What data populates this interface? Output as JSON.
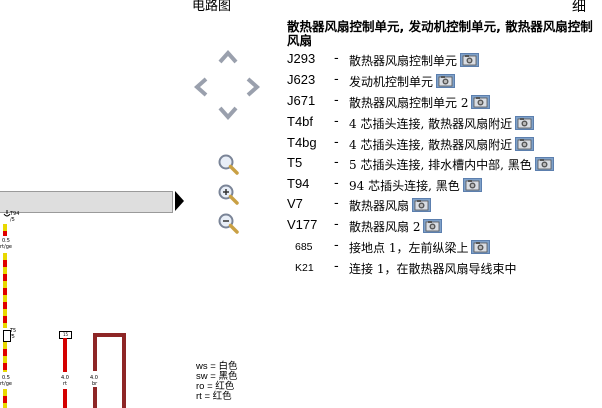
{
  "header": {
    "title": "电路图",
    "right_fragment": "细"
  },
  "panel": {
    "heading_line1": "散热器风扇控制单元, 发动机控制单元, 散热器风扇控制",
    "heading_line2": "风扇"
  },
  "components": [
    {
      "code": "J293",
      "desc": "散热器风扇控制单元",
      "camera": true
    },
    {
      "code": "J623",
      "desc": "发动机控制单元",
      "camera": true
    },
    {
      "code": "J671",
      "desc": "散热器风扇控制单元 2",
      "camera": true
    },
    {
      "code": "T4bf",
      "desc": "4 芯插头连接, 散热器风扇附近",
      "camera": true
    },
    {
      "code": "T4bg",
      "desc": "4 芯插头连接, 散热器风扇附近",
      "camera": true
    },
    {
      "code": "T5",
      "desc": "5 芯插头连接, 排水槽内中部, 黑色",
      "camera": true
    },
    {
      "code": "T94",
      "desc": "94 芯插头连接, 黑色",
      "camera": true
    },
    {
      "code": "V7",
      "desc": "散热器风扇",
      "camera": true
    },
    {
      "code": "V177",
      "desc": "散热器风扇 2",
      "camera": true
    },
    {
      "code": "685",
      "desc": "接地点 1，左前纵梁上",
      "camera": true
    },
    {
      "code": "K21",
      "desc": "连接 1，在散热器风扇导线束中",
      "camera": false
    }
  ],
  "dash": "-",
  "legend": [
    {
      "abbr": "ws",
      "color": "白色"
    },
    {
      "abbr": "sw",
      "color": "黑色"
    },
    {
      "abbr": "ro",
      "color": "红色"
    },
    {
      "abbr": "rt",
      "color": "红色"
    }
  ],
  "schematic": {
    "labels": [
      "T94",
      "/5",
      "0.5",
      "rt/ge",
      "0.5",
      "rt/ge",
      "T5",
      "/5",
      "4.0",
      "rt",
      "4.0",
      "br",
      "15"
    ]
  },
  "icons": {
    "nav_up": "chevron-up-icon",
    "nav_left": "chevron-left-icon",
    "nav_right": "chevron-right-icon",
    "nav_down": "chevron-down-icon",
    "zoom": "magnifier-icon",
    "zoom_in": "zoom-in-icon",
    "zoom_out": "zoom-out-icon",
    "camera": "camera-icon"
  },
  "colors": {
    "wire_red": "#d40000",
    "wire_yellow": "#e8d800",
    "bar_grey": "#dedede",
    "nav_grey": "#9aa0ad"
  }
}
